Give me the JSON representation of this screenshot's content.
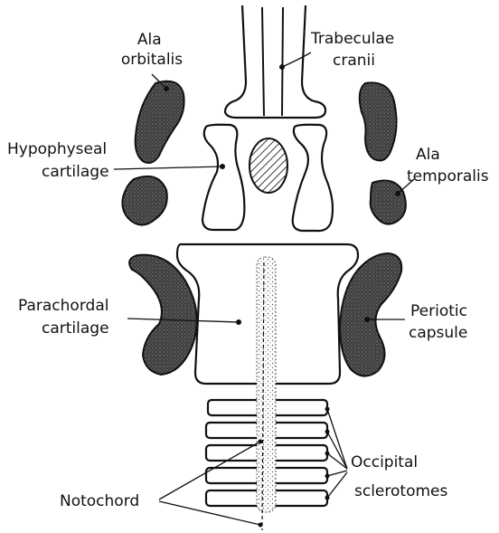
{
  "labels": {
    "ala_orbitalis": [
      "Ala",
      "orbitalis"
    ],
    "trabeculae_cranii": [
      "Trabeculae",
      "cranii"
    ],
    "hypophyseal_cartilage": [
      "Hypophyseal",
      "cartilage"
    ],
    "ala_temporalis": [
      "Ala",
      "temporalis"
    ],
    "parachordal_cartilage": [
      "Parachordal",
      "cartilage"
    ],
    "periotic_capsule": [
      "Periotic",
      "capsule"
    ],
    "occipital_sclerotomes": [
      "Occipital",
      "sclerotomes"
    ],
    "notochord": [
      "Notochord"
    ]
  },
  "colors": {
    "ink": "#111111",
    "stipple_fill": "#3a3a3a",
    "background": "#ffffff"
  }
}
